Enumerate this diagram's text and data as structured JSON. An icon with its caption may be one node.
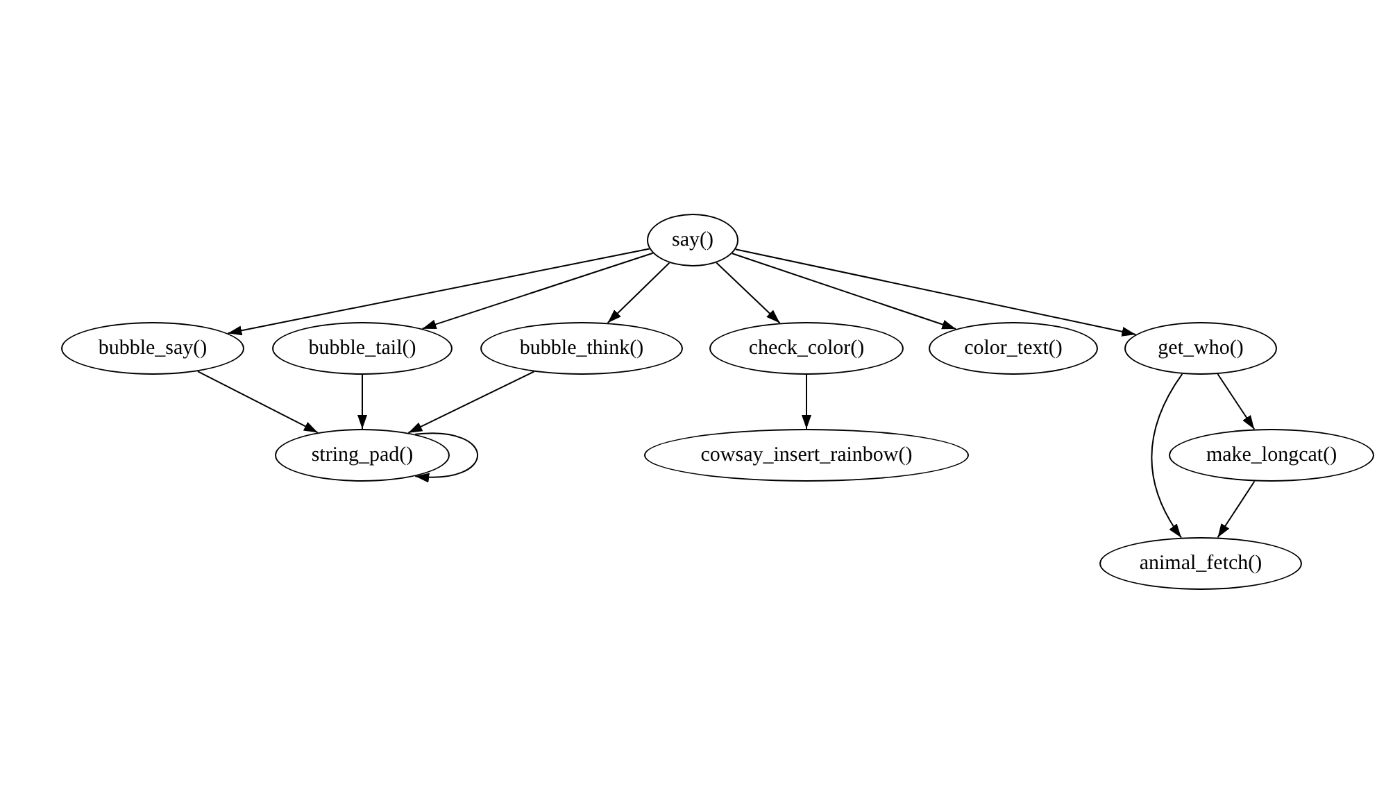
{
  "diagram": {
    "nodes": [
      {
        "text": [
          "say()"
        ]
      },
      {
        "text": [
          "bubble_say()"
        ]
      },
      {
        "text": [
          "bubble_tail()"
        ]
      },
      {
        "text": [
          "bubble_think()"
        ]
      },
      {
        "text": [
          "check_color()"
        ]
      },
      {
        "text": [
          "color_text()"
        ]
      },
      {
        "text": [
          "get_who()"
        ]
      },
      {
        "text": [
          "string_pad()"
        ]
      },
      {
        "text": [
          "cowsay_insert_rainbow()"
        ]
      },
      {
        "text": [
          "make_longcat()"
        ]
      },
      {
        "text": [
          "animal_fetch()"
        ]
      }
    ],
    "edges": [
      {
        "from": 0,
        "to": 1,
        "arrow": "to"
      },
      {
        "from": 0,
        "to": 2,
        "arrow": "to"
      },
      {
        "from": 0,
        "to": 3,
        "arrow": "to"
      },
      {
        "from": 0,
        "to": 4,
        "arrow": "to"
      },
      {
        "from": 0,
        "to": 5,
        "arrow": "to"
      },
      {
        "from": 0,
        "to": 6,
        "arrow": "to"
      },
      {
        "from": 1,
        "to": 7,
        "arrow": "to"
      },
      {
        "from": 2,
        "to": 7,
        "arrow": "to"
      },
      {
        "from": 3,
        "to": 7,
        "arrow": "to"
      },
      {
        "from": 7,
        "to": 7,
        "arrow": "to"
      },
      {
        "from": 4,
        "to": 8,
        "arrow": "to"
      },
      {
        "from": 6,
        "to": 9,
        "arrow": "to"
      },
      {
        "from": 6,
        "to": 10,
        "arrow": "to"
      },
      {
        "from": 9,
        "to": 10,
        "arrow": "to"
      }
    ]
  }
}
